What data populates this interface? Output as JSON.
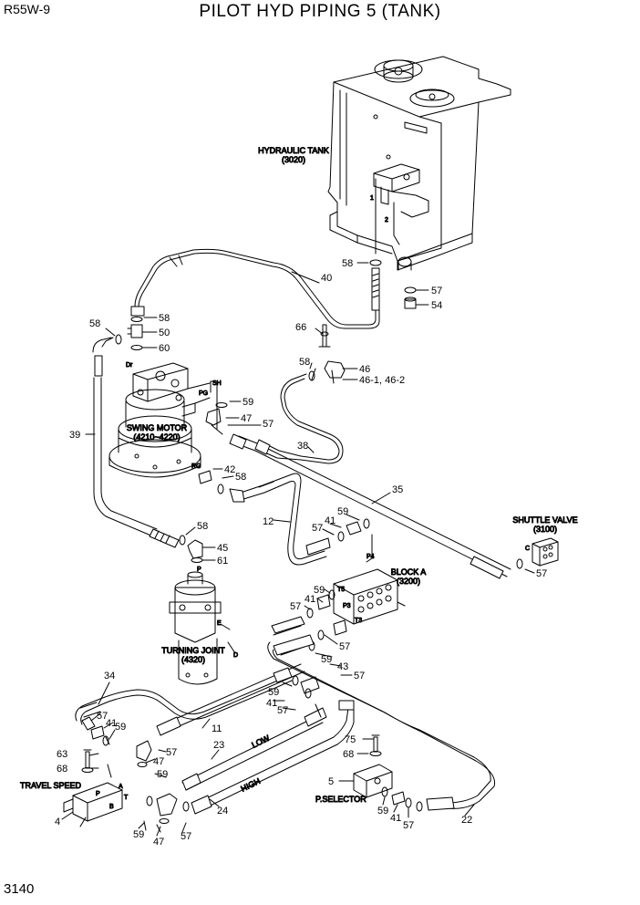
{
  "header": {
    "model": "R55W-9",
    "title": "PILOT HYD PIPING 5 (TANK)"
  },
  "footer": {
    "page_number": "3140"
  },
  "components": {
    "hydraulic_tank": {
      "name": "HYDRAULIC TANK",
      "code": "(3020)"
    },
    "swing_motor": {
      "name": "SWING MOTOR",
      "code": "(4210~4220)"
    },
    "shuttle_valve": {
      "name": "SHUTTLE VALVE",
      "code": "(3100)"
    },
    "block_a": {
      "name": "BLOCK A",
      "code": "(3200)"
    },
    "turning_joint": {
      "name": "TURNING JOINT",
      "code": "(4320)"
    },
    "travel_speed": {
      "name": "TRAVEL SPEED"
    },
    "p_selector": {
      "name": "P.SELECTOR"
    }
  },
  "hose_labels": {
    "low": "LOW",
    "high": "HIGH"
  },
  "ports": {
    "tank_1": "1",
    "tank_2": "2",
    "dr": "Dr",
    "pg": "PG",
    "sh": "SH",
    "rg": "RG",
    "p4": "P4",
    "t5": "T5",
    "p3": "P3",
    "t3": "T3",
    "tj_p": "P",
    "tj_e": "E",
    "tj_d": "D",
    "sv_c": "C",
    "ts_a": "A",
    "ts_p": "P",
    "ts_t": "T",
    "ts_b": "B"
  },
  "callouts": {
    "c58a": "58",
    "c40": "40",
    "c57a": "57",
    "c54": "54",
    "c58b": "58",
    "c58c": "58",
    "c50": "50",
    "c60": "60",
    "c66": "66",
    "c58d": "58",
    "c46": "46",
    "c46x": "46-1, 46-2",
    "c59a": "59",
    "c47a": "47",
    "c57b": "57",
    "c39": "39",
    "c38": "38",
    "c35": "35",
    "c42": "42",
    "c58e": "58",
    "c12": "12",
    "c59b": "59",
    "c41a": "41",
    "c57c": "57",
    "c58f": "58",
    "c45": "45",
    "c61": "61",
    "c57d": "57",
    "c59c": "59",
    "c41b": "41",
    "c57e": "57",
    "c57f": "57",
    "c59d": "59",
    "c43": "43",
    "c57g": "57",
    "c34": "34",
    "c59e": "59",
    "c41c": "41",
    "c57h": "57",
    "c57i": "57",
    "c41d": "41",
    "c59f": "59",
    "c11": "11",
    "c63": "63",
    "c68a": "68",
    "c47b": "47",
    "c57j": "57",
    "c59g": "59",
    "c23": "23",
    "c75": "75",
    "c68b": "68",
    "c5": "5",
    "c24": "24",
    "c4": "4",
    "c59h": "59",
    "c47c": "47",
    "c57k": "57",
    "c59i": "59",
    "c41e": "41",
    "c57l": "57",
    "c22": "22"
  },
  "colors": {
    "line": "#000000",
    "background": "#ffffff",
    "shade": "#cfcfcf"
  }
}
